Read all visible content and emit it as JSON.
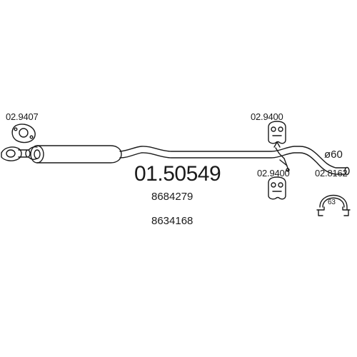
{
  "part_number": "01.50549",
  "oem_numbers": [
    "8684279",
    "8634168"
  ],
  "diameter_label": "ø60",
  "accessories": {
    "gasket": {
      "code": "02.9407",
      "icon": "flange-gasket-icon"
    },
    "hanger_upper": {
      "code": "02.9400",
      "icon": "rubber-hanger-icon"
    },
    "hanger_lower": {
      "code": "02.9400",
      "icon": "rubber-hanger-icon"
    },
    "clamp": {
      "code": "02.8162",
      "icon": "pipe-clamp-icon",
      "size_label": "63"
    }
  },
  "colors": {
    "line": "#1a1a1a",
    "background": "#ffffff"
  }
}
